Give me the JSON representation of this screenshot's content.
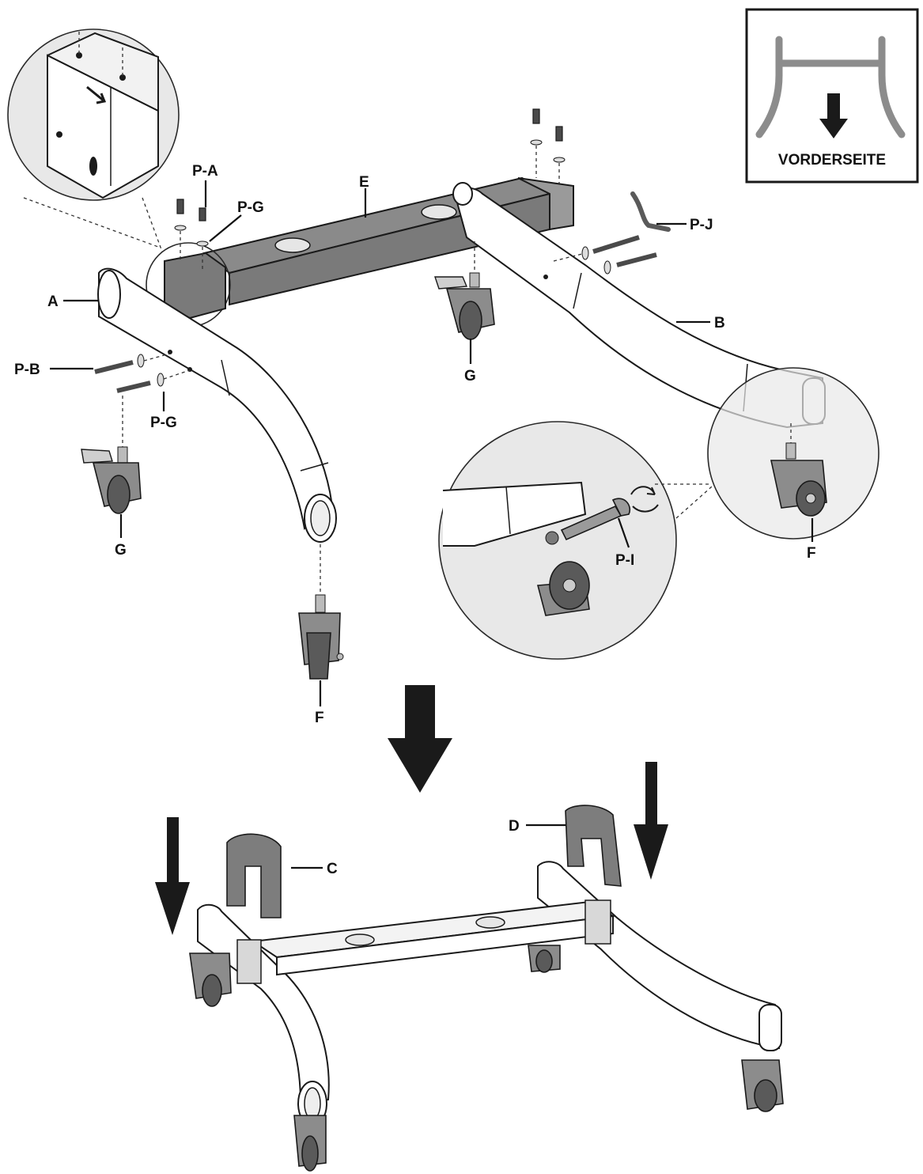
{
  "legend_box": {
    "label": "VORDERSEITE"
  },
  "labels": {
    "A": "A",
    "B": "B",
    "C": "C",
    "D": "D",
    "E": "E",
    "F_left": "F",
    "F_right": "F",
    "G_left": "G",
    "G_right": "G",
    "PA": "P-A",
    "PG_top": "P-G",
    "PG_bottom": "P-G",
    "PB": "P-B",
    "PJ": "P-J",
    "PI": "P-I"
  },
  "colors": {
    "crossbar": "#7a7a7a",
    "caster": "#8c8c8c",
    "zoom_circle": "#e8e8e8",
    "arrow": "#1a1a1a"
  }
}
